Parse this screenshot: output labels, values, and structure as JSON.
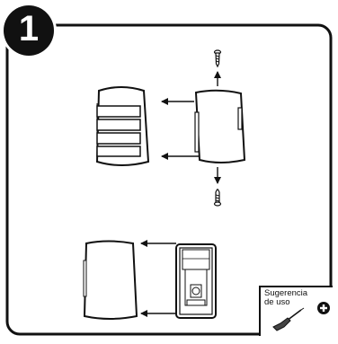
{
  "step": {
    "number": "1"
  },
  "tip": {
    "line1": "Sugerencia",
    "line2": "de uso"
  },
  "icons": {
    "badge": "step-number-badge",
    "screw": "screw-icon",
    "arrow": "arrow-icon",
    "detector": "motion-detector-icon",
    "plus": "plus-circle-icon",
    "screwdriver": "screwdriver-icon"
  }
}
